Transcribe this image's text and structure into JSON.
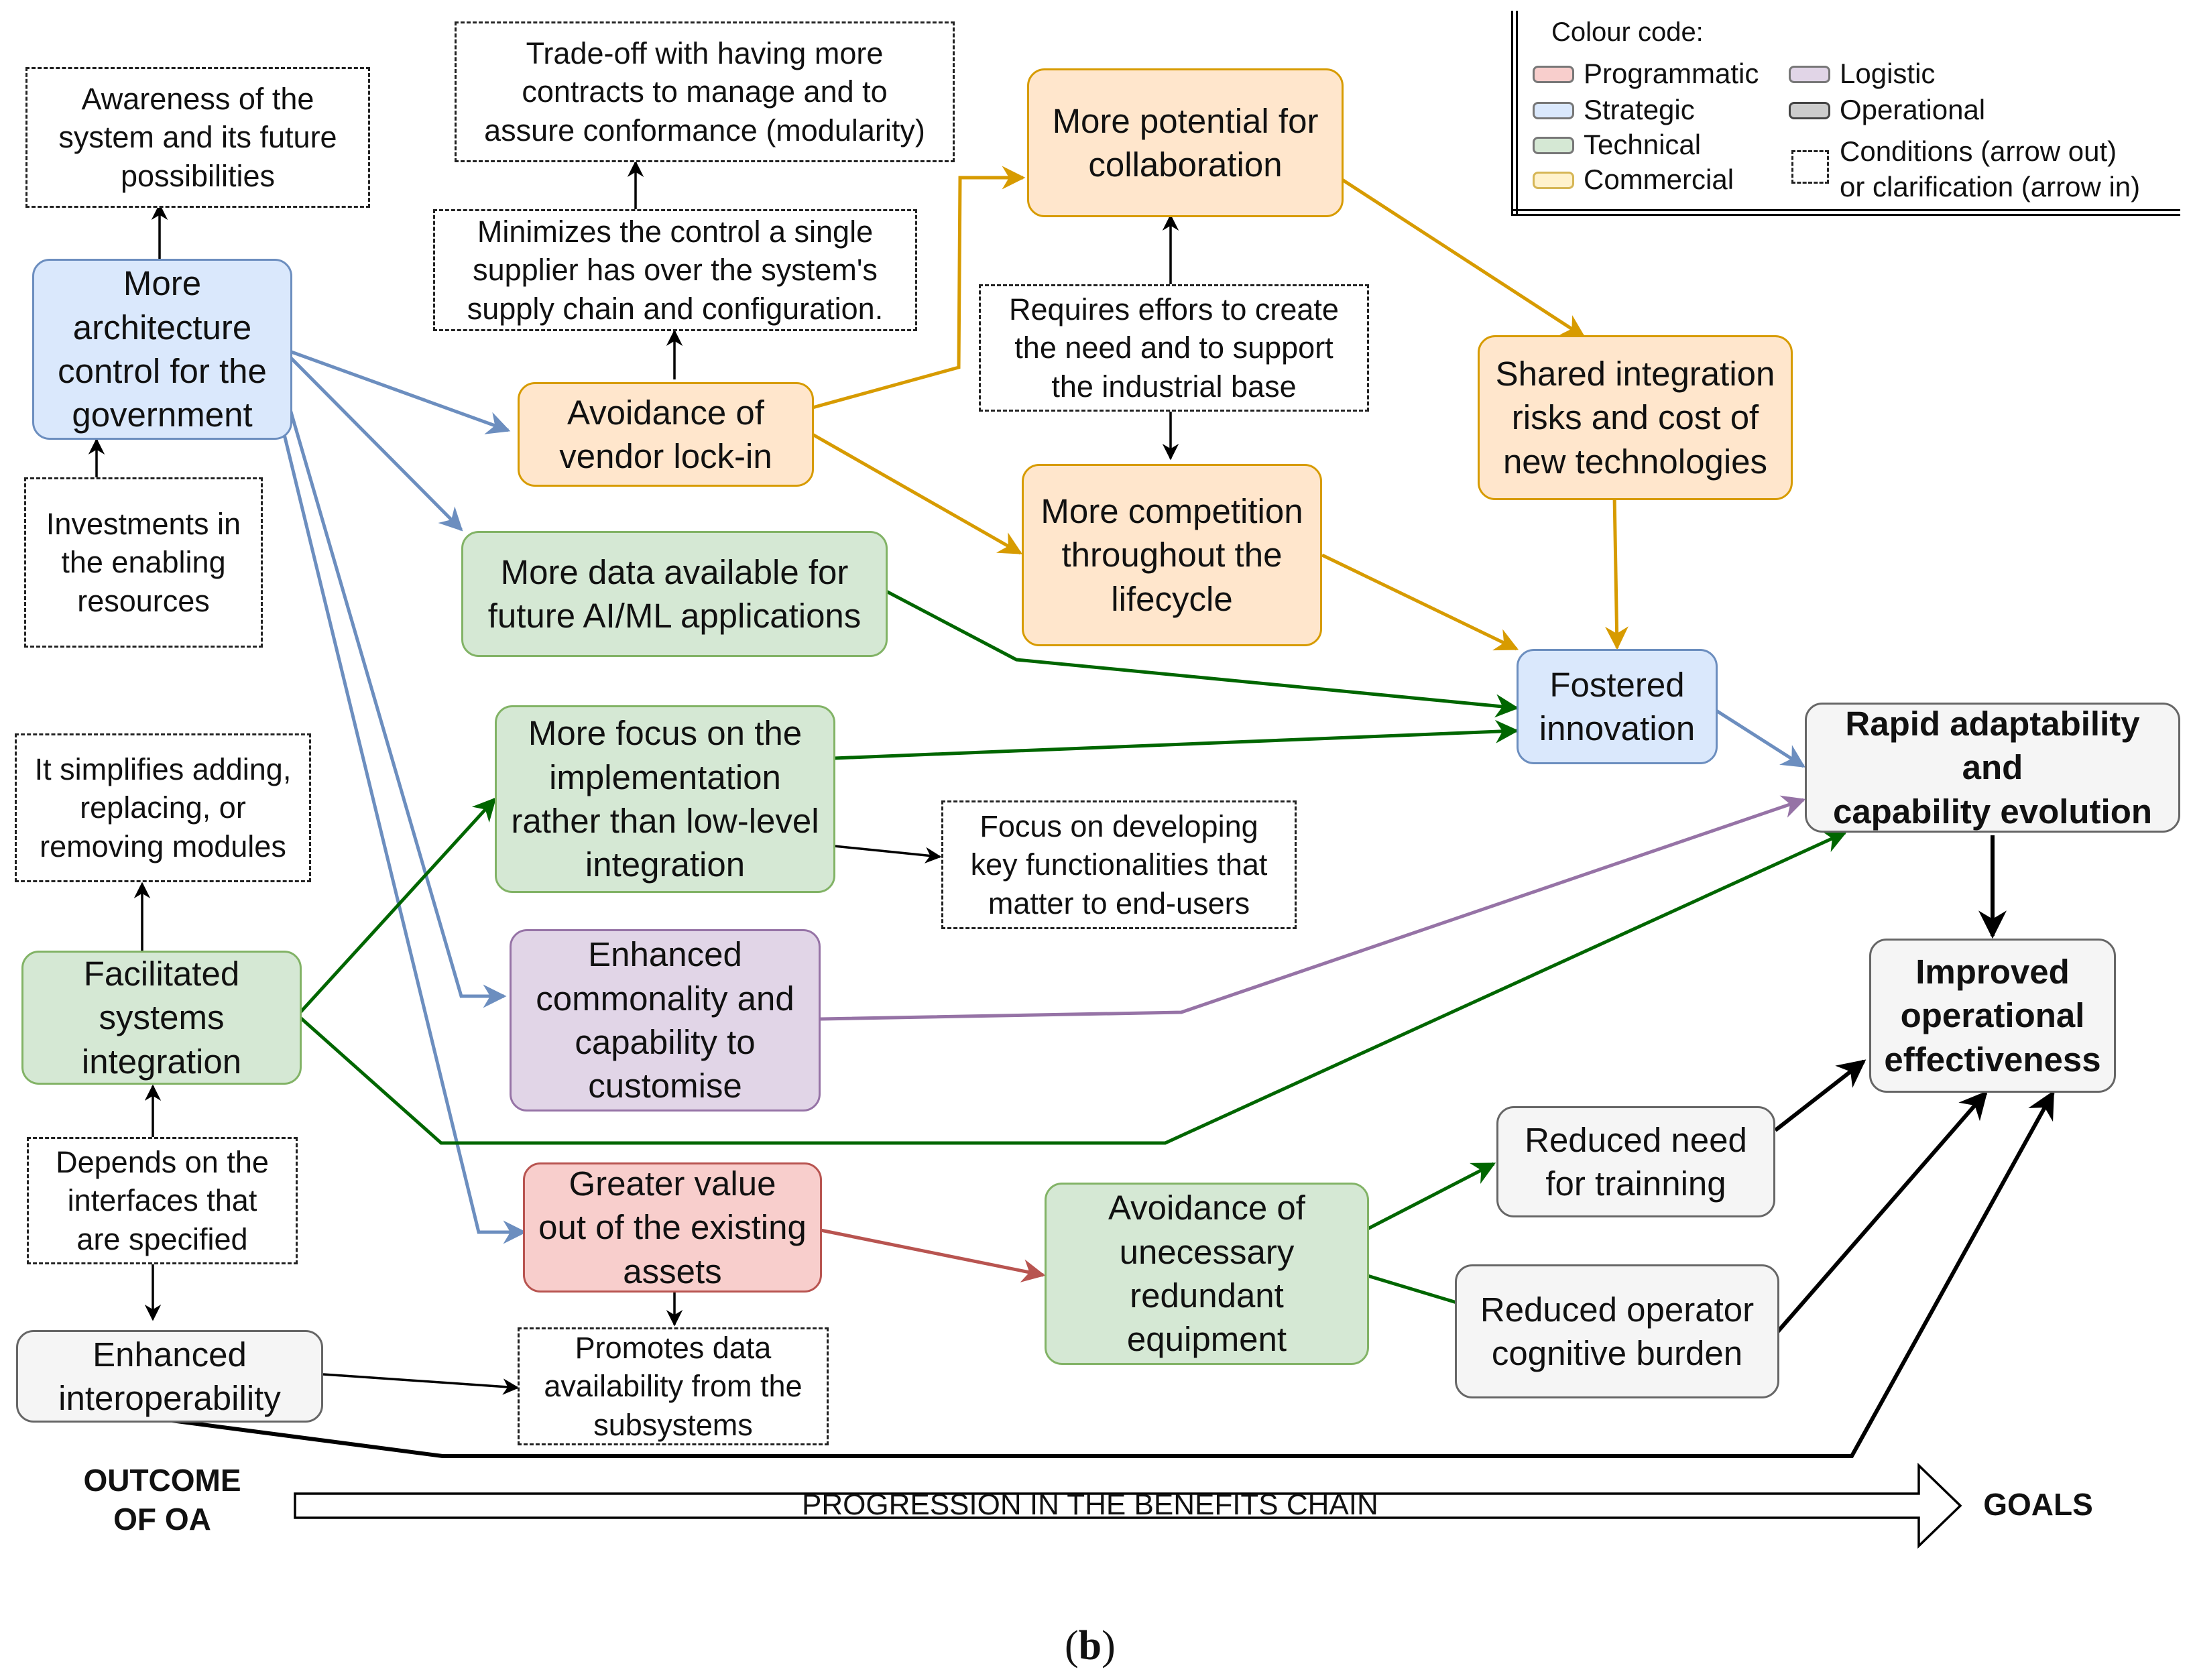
{
  "nodes": {
    "arch_control": "More\narchitecture\ncontrol for the\ngovernment",
    "awareness": "Awareness of the\nsystem and its future\npossibilities",
    "investments": "Investments in\nthe enabling\nresources",
    "tradeoff": "Trade-off with having more\ncontracts to manage and to\nassure conformance (modularity)",
    "minimizes": "Minimizes the control a single\nsupplier has over the system's\nsupply chain and configuration.",
    "avoid_lockin": "Avoidance of\nvendor lock-in",
    "collab": "More potential for\ncollaboration",
    "requires": "Requires effors to create\nthe need and to support\nthe industrial base",
    "competition": "More competition\nthroughout the\nlifecycle",
    "shared_risks": "Shared integration\nrisks and cost of\nnew technologies",
    "more_data": "More data available for\nfuture AI/ML applications",
    "fostered": "Fostered\ninnovation",
    "rapid": "Rapid adaptability\nand\ncapability evolution",
    "simplifies": "It simplifies adding,\nreplacing, or\nremoving modules",
    "focus_impl": "More focus on the\nimplementation\nrather than low-level\nintegration",
    "focus_dev": "Focus on developing\nkey functionalities that\nmatter to end-users",
    "facilitated": "Facilitated\nsystems\nintegration",
    "commonality": "Enhanced\ncommonality and\ncapability to\ncustomise",
    "improved": "Improved\noperational\neffectiveness",
    "depends": "Depends on the\ninterfaces that\nare specified",
    "greater_value": "Greater value\nout of the existing\nassets",
    "avoid_redundant": "Avoidance of\nunecessary\nredundant\nequipment",
    "reduced_training": "Reduced need\nfor trainning",
    "reduced_burden": "Reduced operator\ncognitive burden",
    "interop": "Enhanced\ninteroperability",
    "promotes": "Promotes data\navailability from the\nsubsystems"
  },
  "legend": {
    "title": "Colour code:",
    "programmatic": "Programmatic",
    "strategic": "Strategic",
    "technical": "Technical",
    "commercial": "Commercial",
    "logistic": "Logistic",
    "operational": "Operational",
    "conditions": "Conditions (arrow out)\nor clarification (arrow in)"
  },
  "labels": {
    "outcome": "OUTCOME\nOF OA",
    "goals": "GOALS",
    "progression": "PROGRESSION IN THE BENEFITS CHAIN",
    "caption_open": "(",
    "caption_letter": "b",
    "caption_close": ")"
  },
  "colors": {
    "strategic_arrow": "#6c8ebf",
    "commercial_arrow": "#d79b00",
    "technical_arrow": "#006600",
    "logistic_arrow": "#9673a6",
    "programmatic_arrow": "#b85450",
    "black_arrow": "#000000"
  }
}
